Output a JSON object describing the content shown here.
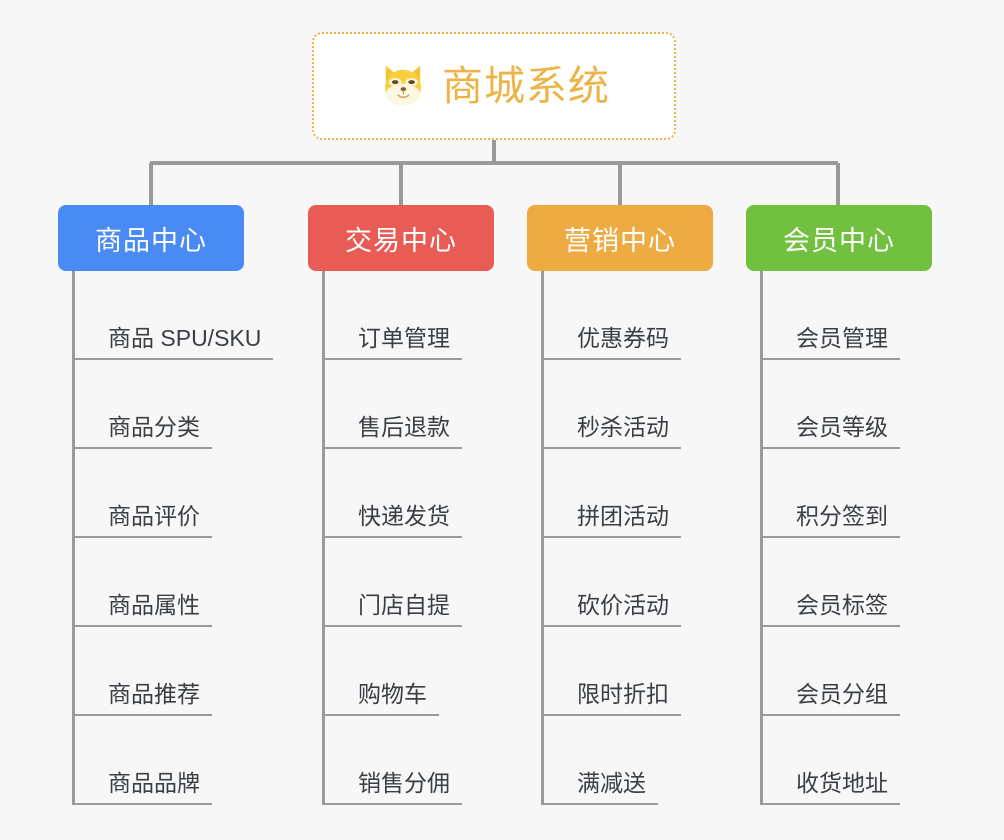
{
  "root": {
    "icon": "shiba-dog-face-icon",
    "title": "商城系统",
    "border_color": "#eeb24a",
    "title_color": "#edb347",
    "background": "#ffffff"
  },
  "canvas": {
    "background": "#f7f7f7",
    "connector_color": "#9a9a9a"
  },
  "categories": [
    {
      "label": "商品中心",
      "color": "#4a8af4",
      "items": [
        "商品 SPU/SKU",
        "商品分类",
        "商品评价",
        "商品属性",
        "商品推荐",
        "商品品牌"
      ]
    },
    {
      "label": "交易中心",
      "color": "#e95b55",
      "items": [
        "订单管理",
        "售后退款",
        "快递发货",
        "门店自提",
        "购物车",
        "销售分佣"
      ]
    },
    {
      "label": "营销中心",
      "color": "#eeab41",
      "items": [
        "优惠券码",
        "秒杀活动",
        "拼团活动",
        "砍价活动",
        "限时折扣",
        "满减送"
      ]
    },
    {
      "label": "会员中心",
      "color": "#72c040",
      "items": [
        "会员管理",
        "会员等级",
        "积分签到",
        "会员标签",
        "会员分组",
        "收货地址"
      ]
    }
  ]
}
